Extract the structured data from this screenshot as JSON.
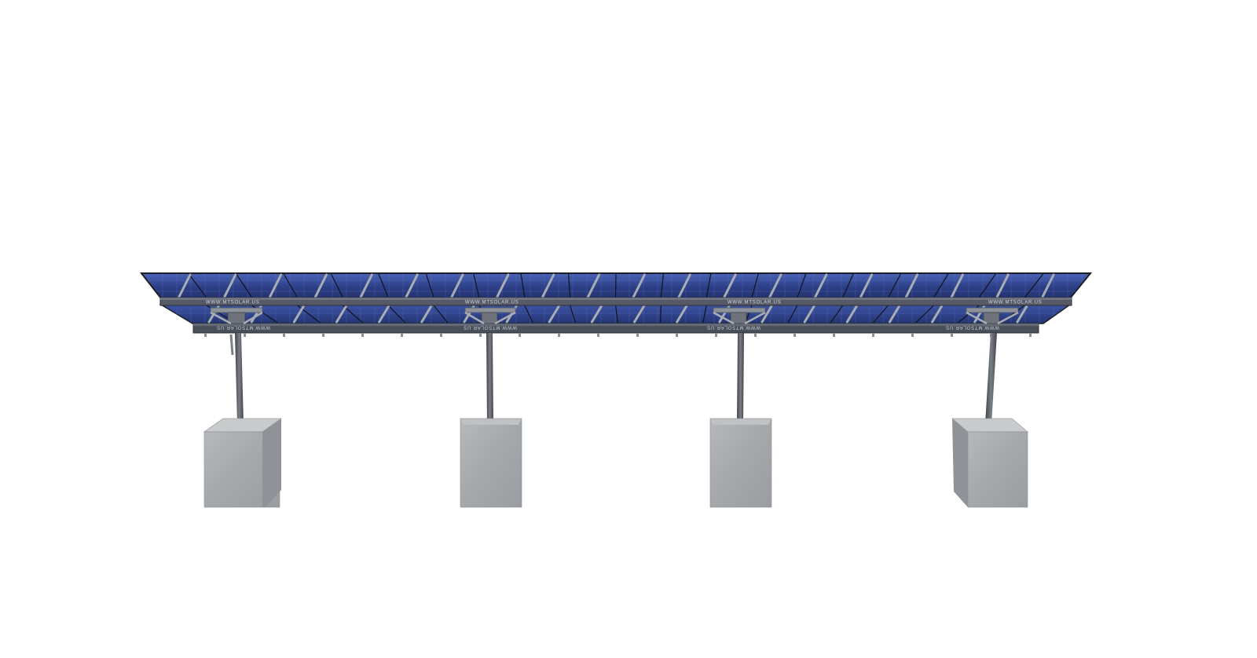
{
  "scene": {
    "subject": "ground-mount-solar-array",
    "colors": {
      "background": "#ffffff",
      "panel_blue": "#2d3f86",
      "panel_blue_light": "#4a63b8",
      "frame": "#2a2c33",
      "rail": "#505561",
      "rail_dark": "#3b3f48",
      "bracket": "#9ea3ab",
      "post": "#5f636b",
      "concrete": "#a9acaf",
      "concrete_dark": "#8e9195",
      "concrete_top": "#c6c8ca"
    },
    "rail_markings": {
      "front_text": "WWW.MTSOLAR.US",
      "back_text": "WWW.MTSOLAR.US"
    },
    "support_count": 4
  }
}
